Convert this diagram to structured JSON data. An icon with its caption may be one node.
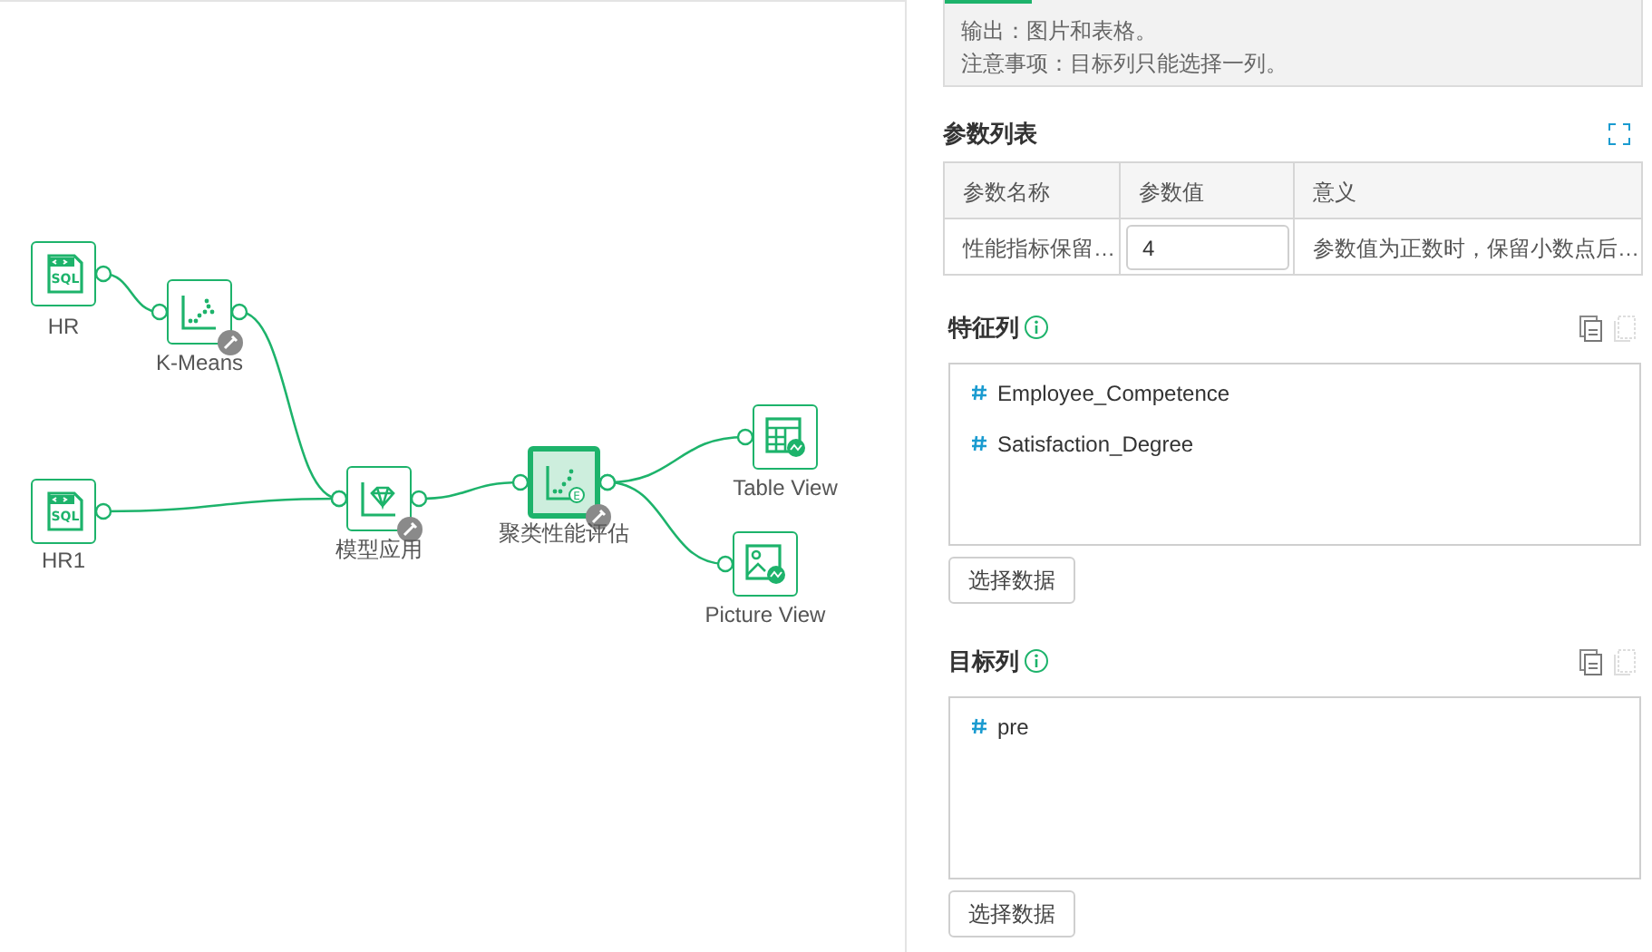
{
  "diagram": {
    "nodes": [
      {
        "text": [
          "HR"
        ]
      },
      {
        "text": [
          "K-Means"
        ]
      },
      {
        "text": [
          "HR1"
        ]
      },
      {
        "text": [
          "模型应用"
        ]
      },
      {
        "text": [
          "聚类性能评估"
        ]
      },
      {
        "text": [
          "Table View"
        ]
      },
      {
        "text": [
          "Picture View"
        ]
      }
    ],
    "edges": [
      {
        "from": 0,
        "to": 1,
        "arrow": "other"
      },
      {
        "from": 1,
        "to": 3,
        "arrow": "other"
      },
      {
        "from": 2,
        "to": 3,
        "arrow": "other"
      },
      {
        "from": 3,
        "to": 4,
        "arrow": "other"
      },
      {
        "from": 4,
        "to": 5,
        "arrow": "other"
      },
      {
        "from": 4,
        "to": 6,
        "arrow": "other"
      }
    ],
    "labels": [
      "输出：图片和表格。",
      "注意事项：目标列只能选择一列。",
      "参数列表",
      "参数名称",
      "参数值",
      "意义",
      "性能指标保留…",
      "4",
      "参数值为正数时，保留小数点后…",
      "特征列",
      "Employee_Competence",
      "Satisfaction_Degree",
      "选择数据",
      "目标列",
      "pre",
      "选择数据",
      "SQL",
      "SQL",
      "E"
    ]
  }
}
